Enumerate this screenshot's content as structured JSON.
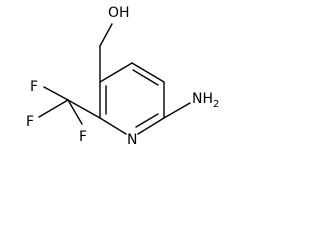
{
  "molecule": {
    "atoms": {
      "hydroxyl": "OH",
      "ring_nitrogen": "N",
      "fluorine_1": "F",
      "fluorine_2": "F",
      "fluorine_3": "F",
      "amino": "NH",
      "amino_subscript": "2"
    }
  }
}
